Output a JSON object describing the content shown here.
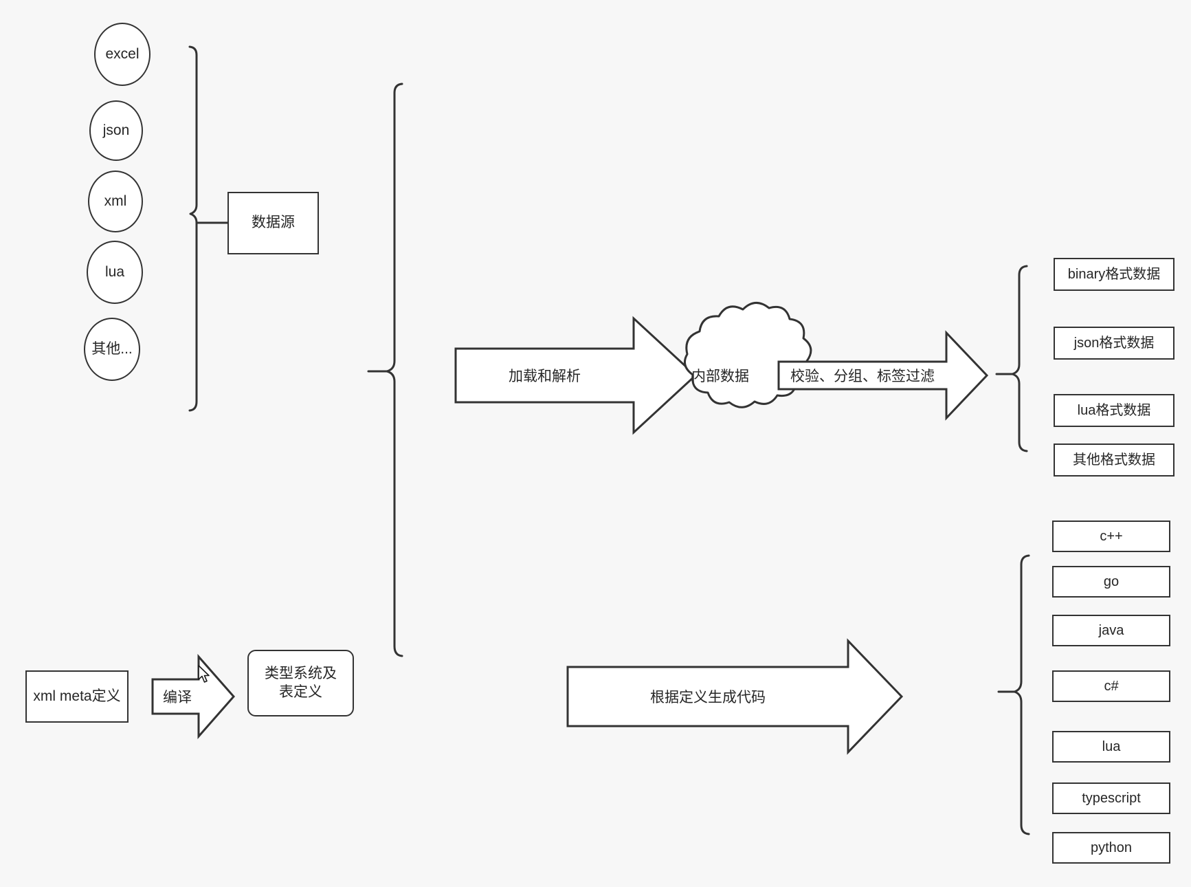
{
  "diagram": {
    "title_present": false,
    "background_color": "#f7f7f7",
    "stroke_color": "#333333",
    "fill_color": "#ffffff",
    "text_color": "#262626",
    "sources": {
      "group_label": "数据源",
      "items": [
        {
          "label": "excel"
        },
        {
          "label": "json"
        },
        {
          "label": "xml"
        },
        {
          "label": "lua"
        },
        {
          "label": "其他..."
        }
      ]
    },
    "meta": {
      "source_box": "xml meta定义",
      "compile_arrow": "编译",
      "type_system_box": "类型系统及表定义"
    },
    "pipeline": {
      "load_parse_arrow": "加载和解析",
      "internal_data_cloud": "内部数据",
      "validate_arrow": "校验、分组、标签过滤",
      "codegen_arrow": "根据定义生成代码"
    },
    "outputs": {
      "data_formats": [
        {
          "label": "binary格式数据"
        },
        {
          "label": "json格式数据"
        },
        {
          "label": "lua格式数据"
        },
        {
          "label": "其他格式数据"
        }
      ],
      "languages": [
        {
          "label": "c++"
        },
        {
          "label": "go"
        },
        {
          "label": "java"
        },
        {
          "label": "c#"
        },
        {
          "label": "lua"
        },
        {
          "label": "typescript"
        },
        {
          "label": "python"
        }
      ]
    }
  }
}
